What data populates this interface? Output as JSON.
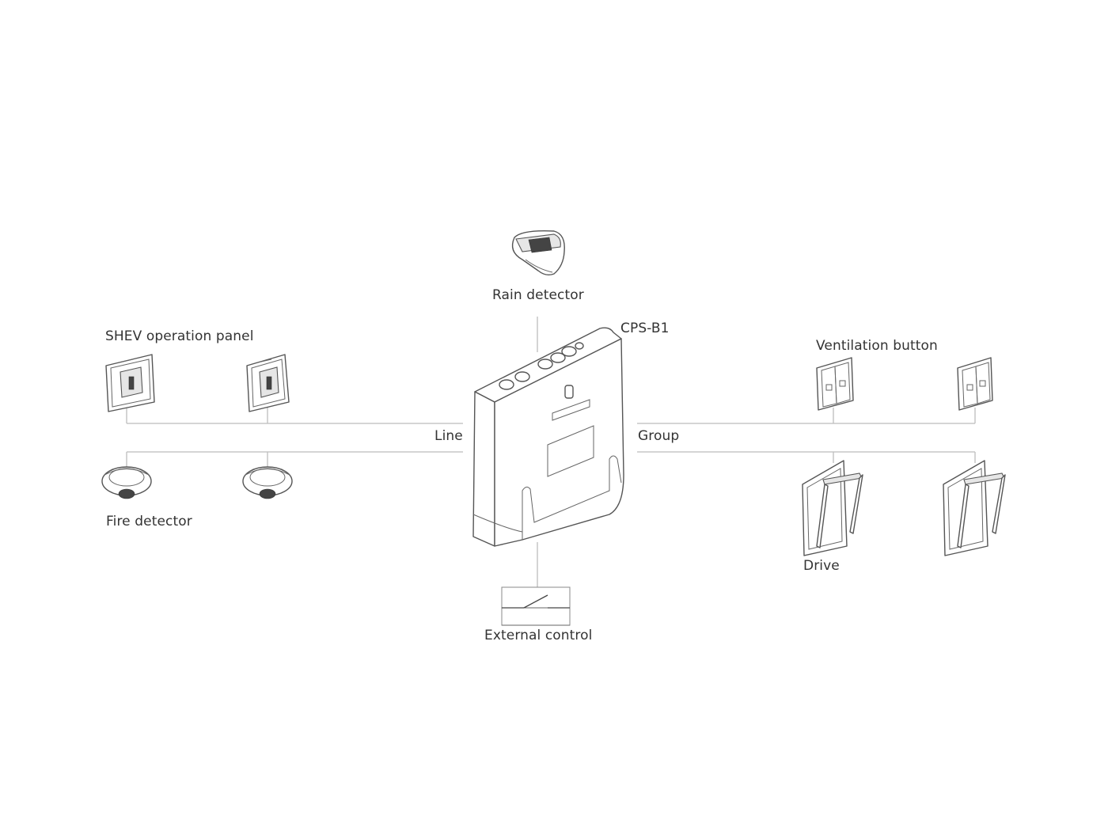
{
  "labels": {
    "rain_detector": "Rain detector",
    "controller": "CPS-B1",
    "shev_panel": "SHEV operation panel",
    "ventilation_button": "Ventilation button",
    "line": "Line",
    "group": "Group",
    "fire_detector": "Fire detector",
    "drive": "Drive",
    "external_control": "External control"
  },
  "colors": {
    "line": "#bcbcbc",
    "device_stroke": "#555555",
    "text": "#333333"
  }
}
